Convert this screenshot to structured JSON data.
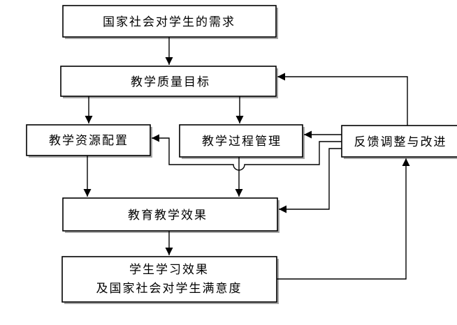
{
  "diagram": {
    "type": "flowchart",
    "background": "#ffffff",
    "box_fill": "#ffffff",
    "box_border_color": "#000000",
    "shadow_color": "#a6a6a6",
    "arrow_color": "#000000",
    "nodes": {
      "demand": {
        "label": "国家社会对学生的需求"
      },
      "quality": {
        "label": "教学质量目标"
      },
      "resource": {
        "label": "教学资源配置"
      },
      "process": {
        "label": "教学过程管理"
      },
      "feedback": {
        "label": "反馈调整与改进"
      },
      "effect": {
        "label": "教育教学效果"
      },
      "student": {
        "line1": "学生学习效果",
        "line2": "及国家社会对学生满意度"
      }
    },
    "edges": [
      {
        "from": "demand",
        "to": "quality"
      },
      {
        "from": "quality",
        "to": "resource"
      },
      {
        "from": "quality",
        "to": "process"
      },
      {
        "from": "resource",
        "to": "effect"
      },
      {
        "from": "process",
        "to": "effect"
      },
      {
        "from": "effect",
        "to": "student"
      },
      {
        "from": "feedback",
        "to": "quality"
      },
      {
        "from": "feedback",
        "to": "process"
      },
      {
        "from": "feedback",
        "to": "resource"
      },
      {
        "from": "feedback",
        "to": "effect"
      },
      {
        "from": "student",
        "to": "feedback"
      }
    ]
  }
}
